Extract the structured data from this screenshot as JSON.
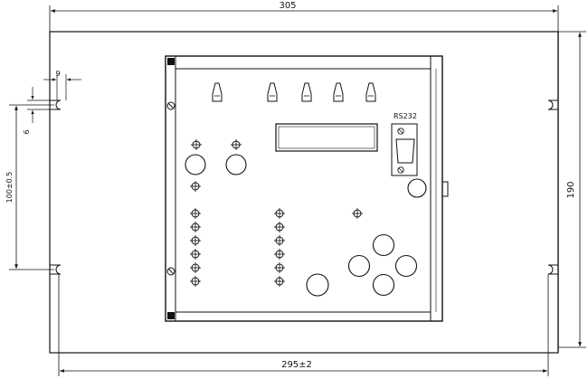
{
  "dimensions": {
    "top_width": "305",
    "bottom_width": "295±2",
    "right_height": "190",
    "left_spacing": "100±0.5",
    "slot_width": "9",
    "slot_height": "6"
  },
  "panel": {
    "connector_label": "RS232"
  }
}
